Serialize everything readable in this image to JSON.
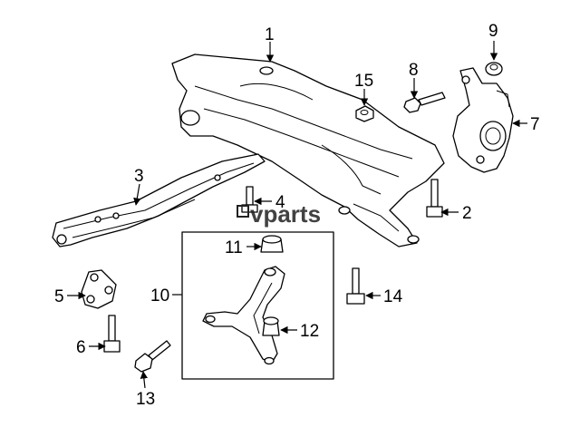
{
  "watermark": "vparts",
  "callouts": [
    {
      "id": "1",
      "text": "1"
    },
    {
      "id": "2",
      "text": "2"
    },
    {
      "id": "3",
      "text": "3"
    },
    {
      "id": "4",
      "text": "4"
    },
    {
      "id": "5",
      "text": "5"
    },
    {
      "id": "6",
      "text": "6"
    },
    {
      "id": "7",
      "text": "7"
    },
    {
      "id": "8",
      "text": "8"
    },
    {
      "id": "9",
      "text": "9"
    },
    {
      "id": "10",
      "text": "10"
    },
    {
      "id": "11",
      "text": "11"
    },
    {
      "id": "12",
      "text": "12"
    },
    {
      "id": "13",
      "text": "13"
    },
    {
      "id": "14",
      "text": "14"
    },
    {
      "id": "15",
      "text": "15"
    }
  ],
  "colors": {
    "line": "#000000",
    "background": "#ffffff",
    "watermark": "#222222"
  }
}
